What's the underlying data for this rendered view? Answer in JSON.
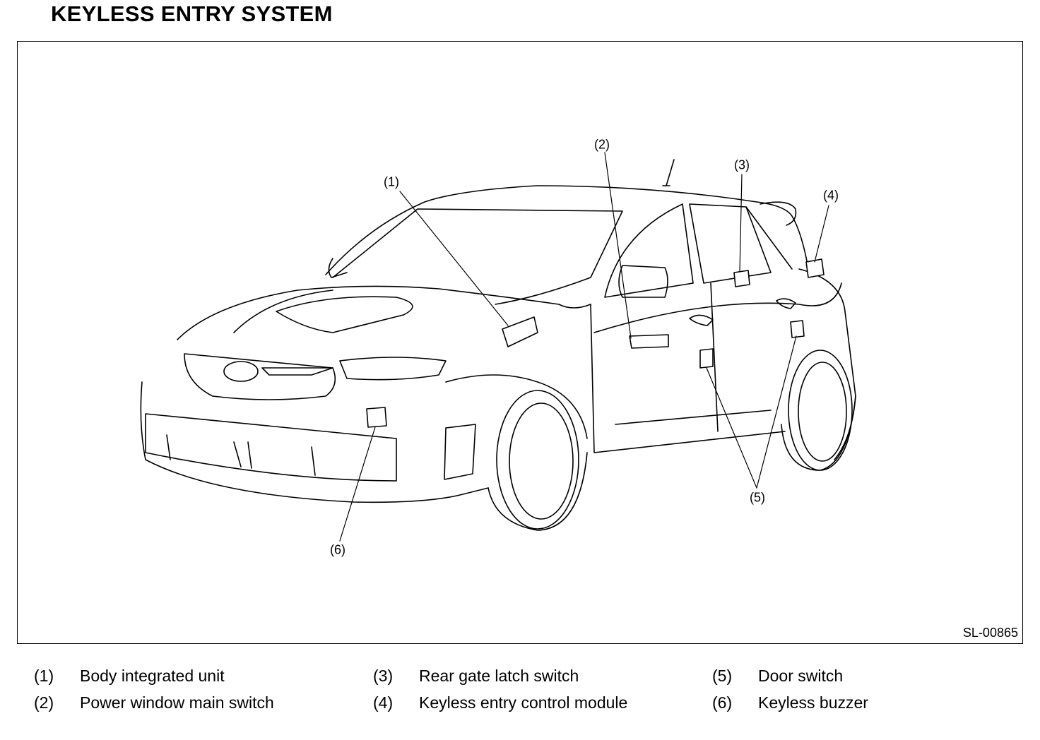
{
  "title": "KEYLESS ENTRY SYSTEM",
  "figure_code": "SL-00865",
  "callouts": {
    "c1": "(1)",
    "c2": "(2)",
    "c3": "(3)",
    "c4": "(4)",
    "c5": "(5)",
    "c6": "(6)"
  },
  "legend": [
    {
      "num": "(1)",
      "label": "Body integrated unit"
    },
    {
      "num": "(2)",
      "label": "Power window main switch"
    },
    {
      "num": "(3)",
      "label": "Rear gate latch switch"
    },
    {
      "num": "(4)",
      "label": "Keyless entry control module"
    },
    {
      "num": "(5)",
      "label": "Door switch"
    },
    {
      "num": "(6)",
      "label": "Keyless buzzer"
    }
  ]
}
